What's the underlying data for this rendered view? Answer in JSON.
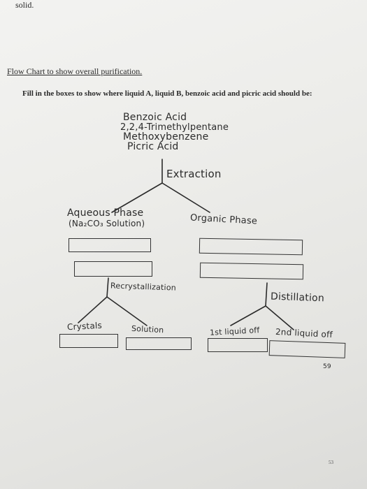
{
  "top_text": "solid.",
  "title": "Flow Chart to show overall purification.",
  "instruction": "Fill in the boxes to show where liquid A, liquid B, benzoic acid and picric acid should be:",
  "compounds": [
    "Benzoic Acid",
    "2,2,4-Trimethylpentane",
    "Methoxybenzene",
    "Picric Acid"
  ],
  "step1": "Extraction",
  "aqueous_phase": {
    "label": "Aqueous Phase",
    "sublabel": "(Na₂CO₃ Solution)"
  },
  "organic_phase": "Organic Phase",
  "step2_left": "Recrystallization",
  "step2_right": "Distillation",
  "outputs": {
    "crystals": "Crystals",
    "solution": "Solution",
    "first_liquid": "1st liquid off",
    "second_liquid": "2nd liquid off"
  },
  "handwritten_page_number": "59",
  "page_number": "53"
}
